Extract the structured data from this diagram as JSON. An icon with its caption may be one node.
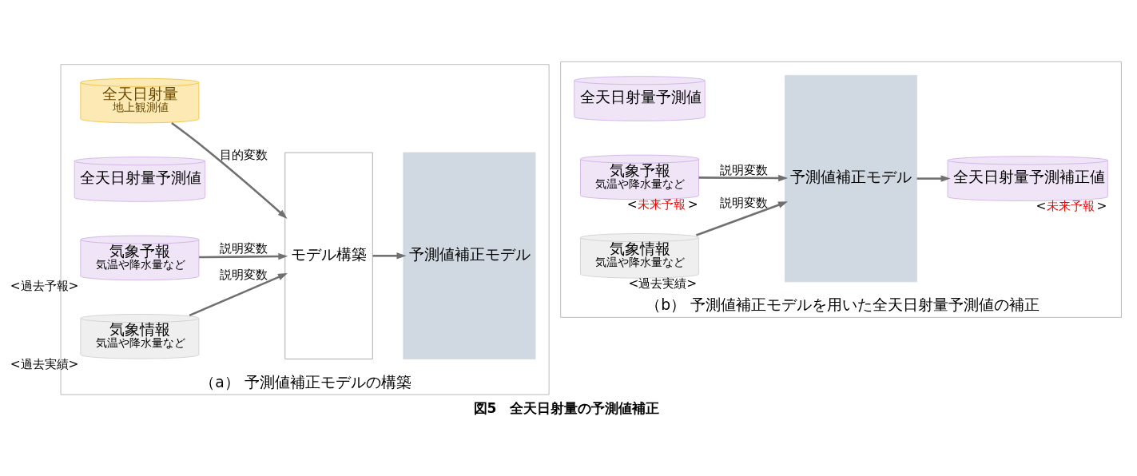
{
  "diagram": {
    "caption": "図5　全天日射量の予測値補正",
    "nodes": [
      {
        "text": [
          "（a） 予測値補正モデルの構築"
        ]
      },
      {
        "text": [
          "気象情報",
          "気温や降水量など"
        ],
        "beside": [
          "<過去実績>"
        ],
        "in": 0
      },
      {
        "text": [
          "気象予報",
          "気温や降水量など"
        ],
        "beside": [
          "<過去予報>"
        ],
        "in": 0
      },
      {
        "text": [
          "全天日射量予測値"
        ],
        "in": 0
      },
      {
        "text": [
          "全天日射量",
          "地上観測値"
        ],
        "in": 0
      },
      {
        "text": [
          "モデル構築"
        ],
        "in": 0
      },
      {
        "text": [
          "予測値補正モデル"
        ],
        "in": 0
      },
      {
        "text": [
          "（b） 予測値補正モデルを用いた全天日射量予測値の補正"
        ]
      },
      {
        "text": [
          "気象情報",
          "気温や降水量など"
        ],
        "beside": [
          "<過去実績>"
        ],
        "in": 7
      },
      {
        "text": [
          "気象予報",
          "気温や降水量など"
        ],
        "beside": [
          "<未来予報>"
        ],
        "in": 7
      },
      {
        "text": [
          "全天日射量予測値"
        ],
        "in": 7
      },
      {
        "text": [
          "予測値補正モデル"
        ],
        "in": 7
      },
      {
        "text": [
          "全天日射量予測補正値"
        ],
        "beside": [
          "<未来予報>"
        ],
        "in": 7
      }
    ],
    "edges": [
      {
        "from": 1,
        "to": 5,
        "arrow": "to",
        "label": "説明変数"
      },
      {
        "from": 2,
        "to": 5,
        "arrow": "to",
        "label": "説明変数"
      },
      {
        "from": 4,
        "to": 5,
        "arrow": "to",
        "label": "目的変数"
      },
      {
        "from": 5,
        "to": 6,
        "arrow": "to"
      },
      {
        "from": 8,
        "to": 11,
        "arrow": "to",
        "label": "説明変数"
      },
      {
        "from": 9,
        "to": 11,
        "arrow": "to",
        "label": "説明変数"
      },
      {
        "from": 11,
        "to": 12,
        "arrow": "to"
      }
    ]
  }
}
